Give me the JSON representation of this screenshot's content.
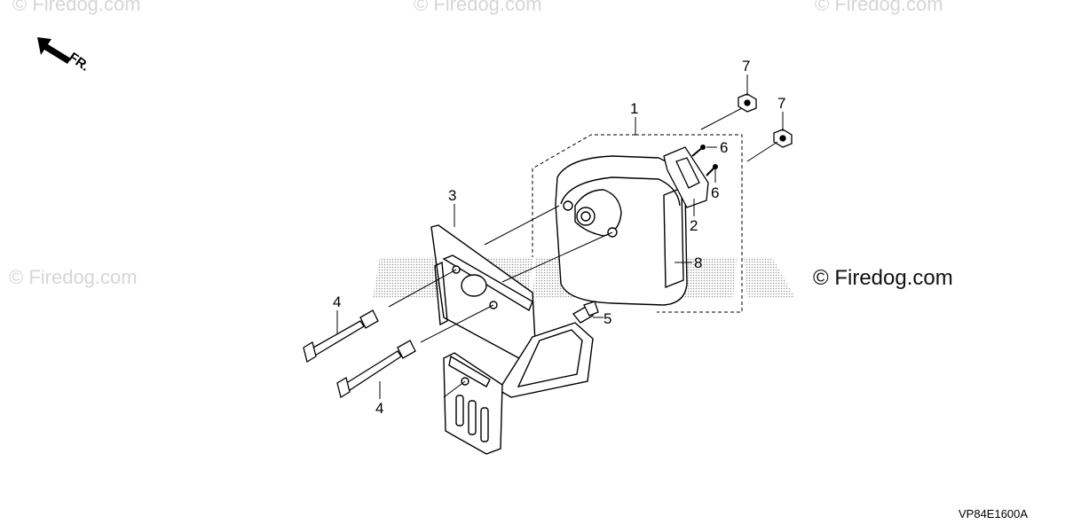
{
  "watermarks": {
    "top": [
      "© Firedog.com",
      "© Firedog.com",
      "© Firedog.com"
    ],
    "left": "© Firedog.com",
    "main": "© Firedog.com"
  },
  "direction_label": "FR.",
  "callouts": [
    "1",
    "2",
    "3",
    "4",
    "4",
    "5",
    "6",
    "6",
    "7",
    "7",
    "8"
  ],
  "diagram_code": "VP84E1600A",
  "colors": {
    "line": "#000000",
    "watermark": "#d6d6d6",
    "brand_dots": "#9a9a9a"
  }
}
